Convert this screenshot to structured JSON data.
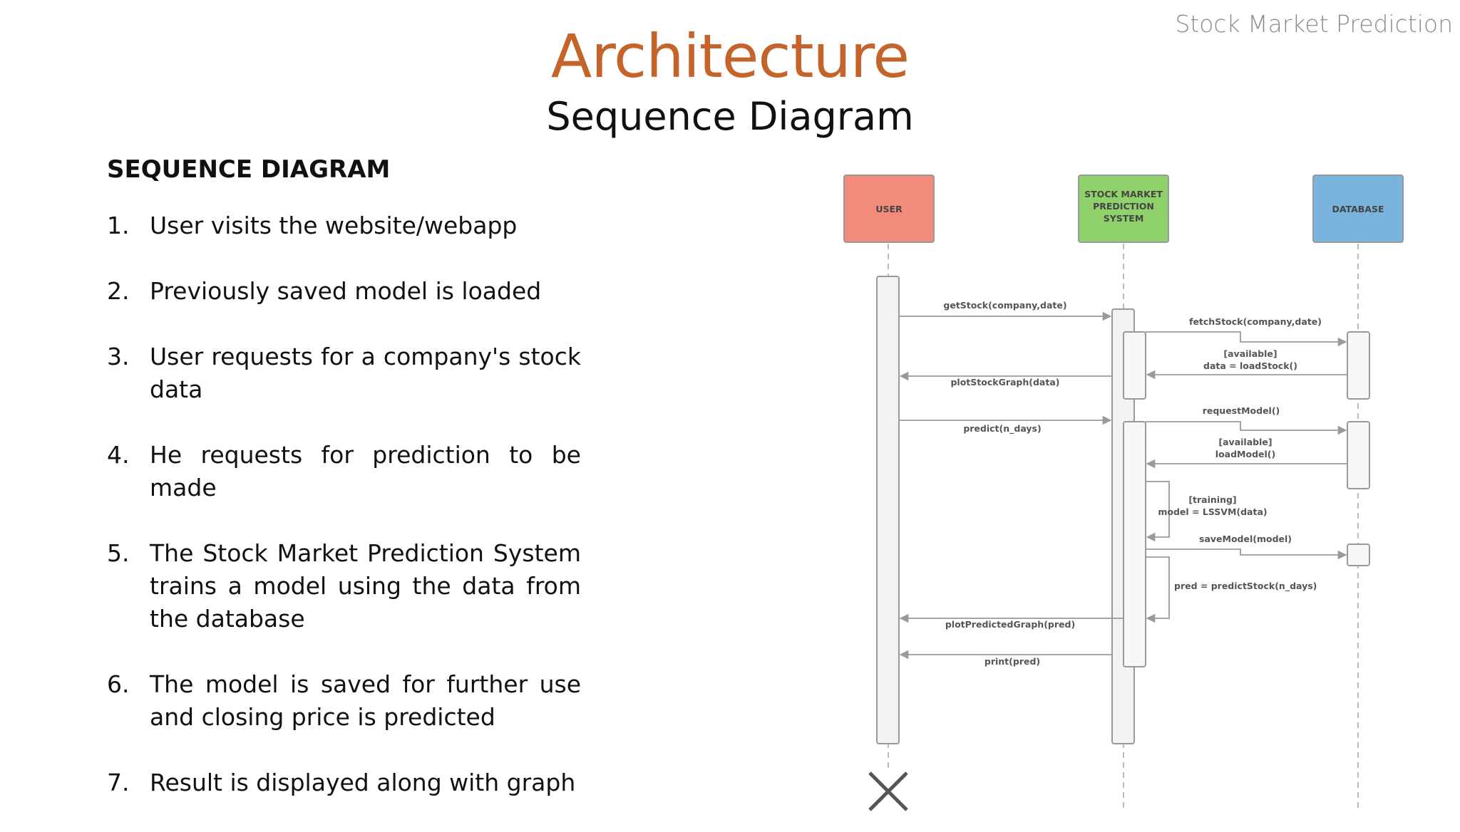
{
  "slide": {
    "corner_title": "Stock Market Prediction",
    "title": "Architecture",
    "subtitle": "Sequence Diagram"
  },
  "left": {
    "heading": "SEQUENCE DIAGRAM",
    "steps": [
      {
        "num": "1.",
        "text": "User visits the website/webapp"
      },
      {
        "num": "2.",
        "text": "Previously saved model is loaded"
      },
      {
        "num": "3.",
        "text": "User requests for a company's stock data"
      },
      {
        "num": "4.",
        "text": "He requests for prediction to be made"
      },
      {
        "num": "5.",
        "text": "The Stock Market Prediction System trains a model using the data from the database"
      },
      {
        "num": "6.",
        "text": "The model is saved for further use and closing price is predicted"
      },
      {
        "num": "7.",
        "text": "Result is displayed along with graph"
      }
    ]
  },
  "diagram": {
    "participants": {
      "user": {
        "line1": "USER",
        "color": "#f28b7b"
      },
      "system": {
        "line1": "STOCK MARKET",
        "line2": "PREDICTION",
        "line3": "SYSTEM",
        "color": "#8fd16a"
      },
      "database": {
        "line1": "DATABASE",
        "color": "#7ab3de"
      }
    },
    "messages": {
      "get_stock": "getStock(company,date)",
      "fetch_stock": "fetchStock(company,date)",
      "available_1": "[available]",
      "load_stock": "data = loadStock()",
      "plot_stock": "plotStockGraph(data)",
      "predict": "predict(n_days)",
      "request_model": "requestModel()",
      "available_2": "[available]",
      "load_model": "loadModel()",
      "training": "[training]",
      "model_lssvm": "model = LSSVM(data)",
      "save_model": "saveModel(model)",
      "pred": "pred = predictStock(n_days)",
      "plot_predicted": "plotPredictedGraph(pred)",
      "print_pred": "print(pred)"
    }
  }
}
